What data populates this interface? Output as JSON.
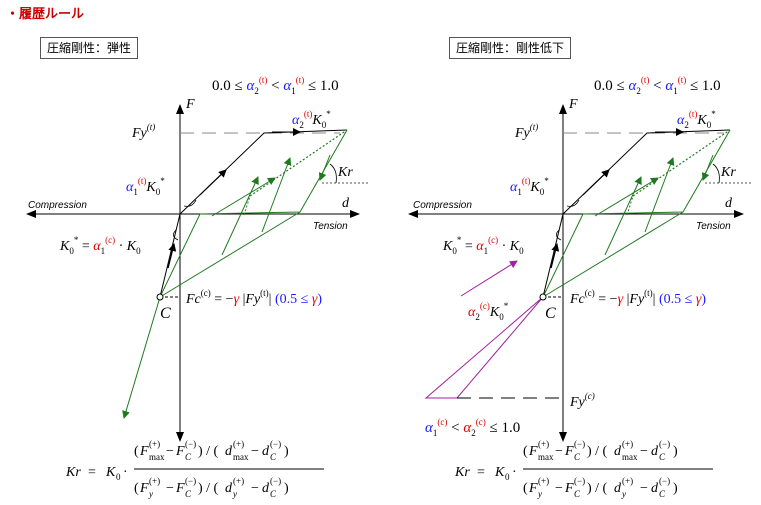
{
  "heading": "・履歴ルール",
  "left": {
    "box_label": "圧縮剛性：弾性",
    "condition": "0.0 ≤ α₂⁽ᵗ⁾ < α₁⁽ᵗ⁾ ≤ 1.0",
    "axis_F": "F",
    "axis_d": "d",
    "compression": "Compression",
    "tension": "Tension",
    "fy": "Fy⁽ᵗ⁾",
    "a2k0": "α₂⁽ᵗ⁾K₀*",
    "a1k0": "α₁⁽ᵗ⁾K₀*",
    "kr": "Kr",
    "k0_eq": "K₀* = α₁⁽ᶜ⁾ · K₀",
    "fc_eq": "Fc⁽ᶜ⁾ = −γ |Fy⁽ᵗ⁾| (0.5 ≤ γ)",
    "point_C": "C",
    "kr_formula": "Kr = K₀ · (F⁽⁺⁾max − F⁽⁻⁾C)/(d⁽⁺⁾max − d⁽⁻⁾C) / (F⁽⁺⁾y − F⁽⁻⁾C)/(d⁽⁺⁾y − d⁽⁻⁾C)"
  },
  "right": {
    "box_label": "圧縮剛性：剛性低下",
    "condition": "0.0 ≤ α₂⁽ᵗ⁾ < α₁⁽ᵗ⁾ ≤ 1.0",
    "axis_F": "F",
    "axis_d": "d",
    "compression": "Compression",
    "tension": "Tension",
    "fy": "Fy⁽ᵗ⁾",
    "fyc": "Fy⁽ᶜ⁾",
    "a2k0": "α₂⁽ᵗ⁾K₀*",
    "a1k0": "α₁⁽ᵗ⁾K₀*",
    "a2ck0": "α₂⁽ᶜ⁾K₀*",
    "kr": "Kr",
    "k0_eq": "K₀* = α₁⁽ᶜ⁾ · K₀",
    "fc_eq": "Fc⁽ᶜ⁾ = −γ |Fy⁽ᵗ⁾| (0.5 ≤ γ)",
    "point_C": "C",
    "condition_c": "α₁⁽ᶜ⁾ < α₂⁽ᶜ⁾ ≤ 1.0",
    "kr_formula": "Kr = K₀ · (F⁽⁺⁾max − F⁽⁻⁾C)/(d⁽⁺⁾max − d⁽⁻⁾C) / (F⁽⁺⁾y − F⁽⁻⁾C)/(d⁽⁺⁾y − d⁽⁻⁾C)"
  },
  "colors": {
    "heading": "#cc0000",
    "blue": "#1a1aff",
    "red": "#e00000",
    "green": "#1f7a1f",
    "purple": "#a020a0",
    "black": "#000000"
  }
}
